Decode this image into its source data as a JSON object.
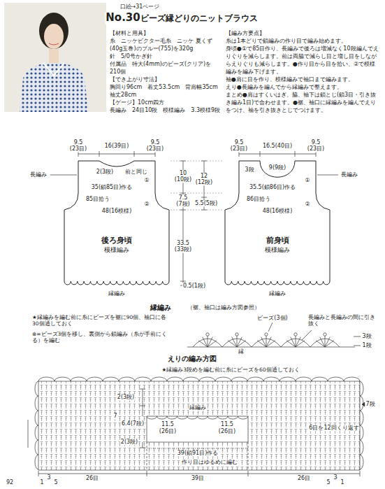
{
  "diagram": {
    "title": "ビーズ縁どりのニットブラウス",
    "nodes": [
      {
        "text": [
          "後ろ身頃",
          "模様編み"
        ]
      },
      {
        "text": [
          "前身頃",
          "模様編み"
        ]
      }
    ],
    "labels": [
      "口絵→31ページ",
      "No.30",
      "【材料と用具】",
      "糸　ニッケビクター毛糸　ニッケ 夏くず(40g玉巻)のブルー(755)を320g",
      "針　5/0号かぎ針",
      "付属品　特大(4mm)のビーズ(クリア)を210個",
      "【でき上がり寸法】",
      "胸回り96cm　着丈53.5cm　背肩幅35cm",
      "袖丈28cm",
      "【ゲージ】10cm四方",
      "長編み　24目10段　模様編み　3.3模様9段",
      "【編み方要点】",
      "糸は1本どりで鎖編みの作り目で編み始めます。",
      "身頃●①で85目作り、長編みで後ろは増減なく10段編んでえりぐりを減らします。前は両脇で減らし目と増し目をしながらえりぐりも減らします。●作り目から目を拾い、②で模様編みを編み下げます。",
      "袖●肩に目を作り、模様編みで袖口まで編みます。",
      "えり●長編みを編んでから縁編みで整えます。",
      "まとめ●肩はすくいはぎ、脇、袖下は鎖とじ(鎖3目・引き抜き編み1目)で合わせます。●裾、袖口に縁編みを編んでえりをつけ、袖を引き抜きとじでつけます。",
      "9.5",
      "(23目)",
      "16(39目)",
      "9.5",
      "(23目)",
      "2(3段)",
      "前と同じ",
      "長編み",
      "35(鎖85目)作る",
      "85目拾う",
      "48(16模様)",
      "①",
      "②",
      "縁編み",
      "10",
      "(10段)",
      "12",
      "(12段)",
      "7.5",
      "(7段)",
      "5.5(5段)",
      "33.5",
      "(33段)",
      "0.5(1段)",
      "9.5",
      "(23目)",
      "16.5(40目)",
      "9.5",
      "(23目)",
      "3段",
      "9(9段)",
      "長編み",
      "35.5(鎖86目)作る",
      "86目拾う",
      "48(16模様)",
      "①",
      "②",
      "縁編み",
      "縁編み",
      "（裾、袖口は編み方図参照）",
      "★縁編みを編む前に糸にビーズを裾に90個、袖口に各30個通しておく",
      "⊗=ビーズ3個を移し、裏側から鎖編み（糸が手前にくる）を編む",
      "ビーズ(3個)",
      "長編みと長編みの間に引き抜く",
      "1段",
      "3段",
      "縁",
      "えりの編み方図",
      "★縁編み3段めを編む前に糸にビーズを60個通しておく",
      "縁編み",
      "2(3段)",
      "7",
      "6.4(7段)",
      "11.5",
      "(26目)",
      "11.5",
      "(26目)",
      "2(3段)",
      "39(鎖91目)作る",
      "作り目はゆるめに編む",
      "26目",
      "39目",
      "26目",
      "6目を12回くり返す",
      "7段",
      "1",
      "3",
      "5",
      "5",
      "3",
      "1",
      "92"
    ]
  }
}
